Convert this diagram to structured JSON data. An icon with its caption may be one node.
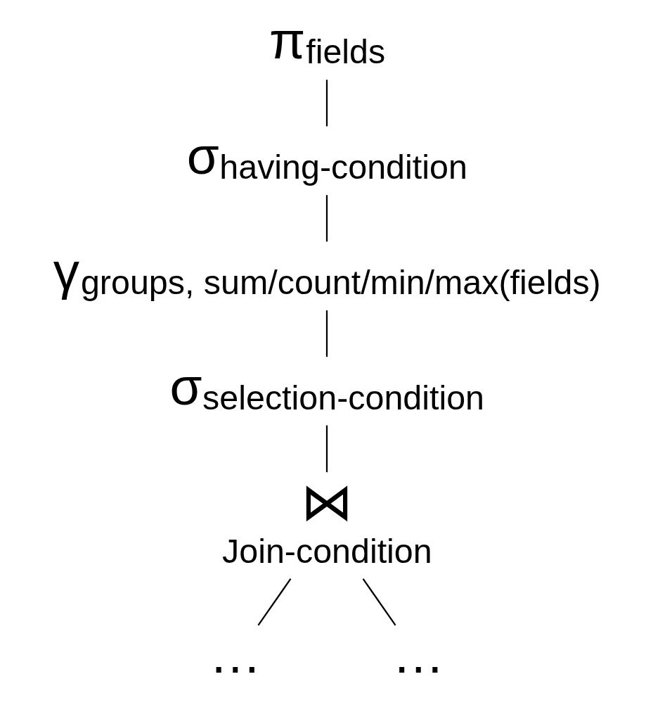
{
  "diagram": {
    "nodes": [
      {
        "text": [
          "π$_{fields}$"
        ]
      },
      {
        "text": [
          "σ$_{having-condition}$"
        ]
      },
      {
        "text": [
          "γ$_{groups, sum/count/min/max(fields)}$"
        ]
      },
      {
        "text": [
          "σ$_{selection-condition}$"
        ]
      },
      {
        "text": [
          "⋈",
          "Join-condition"
        ]
      },
      {
        "text": [
          "…"
        ]
      },
      {
        "text": [
          "…"
        ]
      }
    ],
    "edges": [
      {
        "from": 0,
        "to": 1,
        "arrow": "none"
      },
      {
        "from": 1,
        "to": 2,
        "arrow": "none"
      },
      {
        "from": 2,
        "to": 3,
        "arrow": "none"
      },
      {
        "from": 3,
        "to": 4,
        "arrow": "none"
      },
      {
        "from": 4,
        "to": 5,
        "arrow": "none"
      },
      {
        "from": 4,
        "to": 6,
        "arrow": "none"
      }
    ]
  }
}
